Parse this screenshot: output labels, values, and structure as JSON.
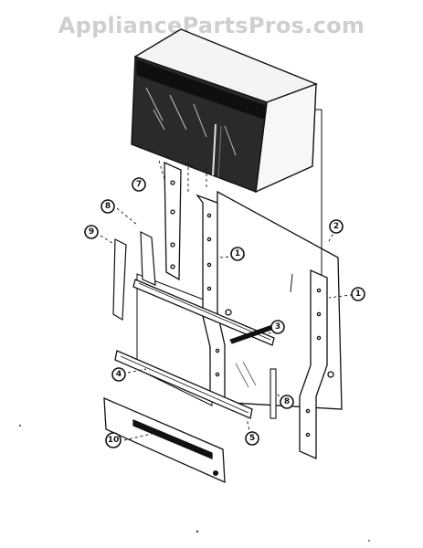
{
  "watermark": "AppliancePartsPros.com",
  "callouts": [
    {
      "id": "callout-7",
      "label": "7"
    },
    {
      "id": "callout-8a",
      "label": "8"
    },
    {
      "id": "callout-9",
      "label": "9"
    },
    {
      "id": "callout-1a",
      "label": "1"
    },
    {
      "id": "callout-2",
      "label": "2"
    },
    {
      "id": "callout-1b",
      "label": "1"
    },
    {
      "id": "callout-3",
      "label": "3"
    },
    {
      "id": "callout-4",
      "label": "4"
    },
    {
      "id": "callout-8b",
      "label": "8"
    },
    {
      "id": "callout-5",
      "label": "5"
    },
    {
      "id": "callout-10",
      "label": "10"
    }
  ]
}
